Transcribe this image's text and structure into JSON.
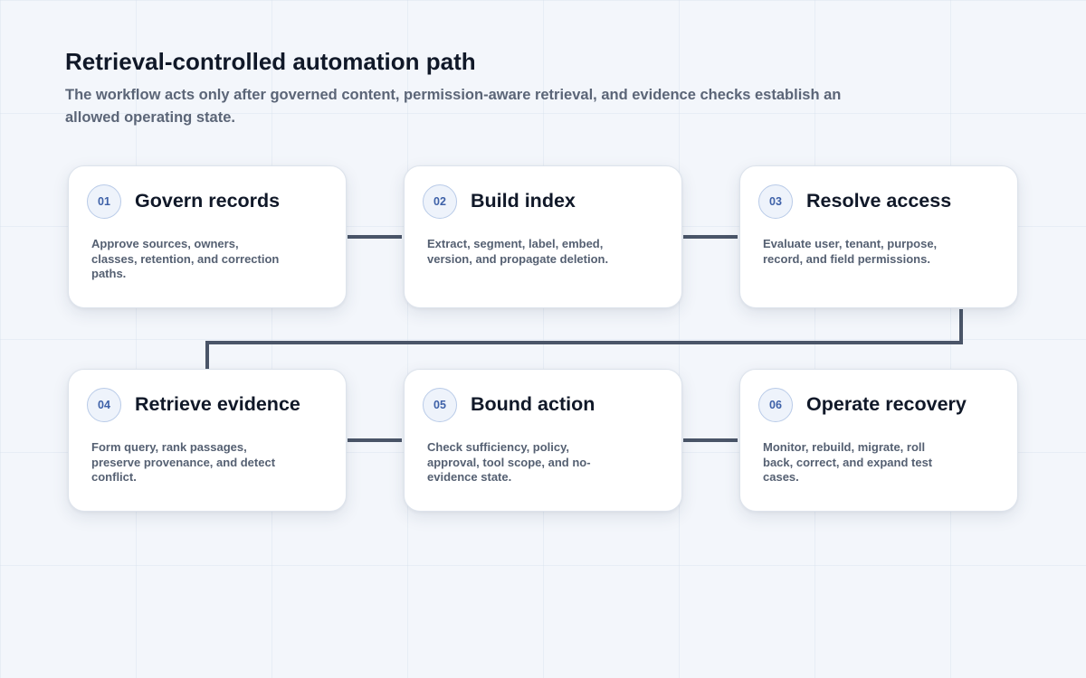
{
  "header": {
    "title": "Retrieval-controlled automation path",
    "subtitle": "The workflow acts only after governed content, permission-aware retrieval, and evidence checks establish an allowed operating state."
  },
  "steps": [
    {
      "number": "01",
      "title": "Govern records",
      "description": "Approve sources, owners, classes, retention, and correction paths."
    },
    {
      "number": "02",
      "title": "Build index",
      "description": "Extract, segment, label, embed, version, and propagate deletion."
    },
    {
      "number": "03",
      "title": "Resolve access",
      "description": "Evaluate user, tenant, purpose, record, and field permissions."
    },
    {
      "number": "04",
      "title": "Retrieve evidence",
      "description": "Form query, rank passages, preserve provenance, and detect conflict."
    },
    {
      "number": "05",
      "title": "Bound action",
      "description": "Check sufficiency, policy, approval, tool scope, and no-evidence state."
    },
    {
      "number": "06",
      "title": "Operate recovery",
      "description": "Monitor, rebuild, migrate, roll back, correct, and expand test cases."
    }
  ],
  "colors": {
    "connector": "#4a5568",
    "badge_text": "#3e61a8",
    "title_text": "#101828"
  }
}
